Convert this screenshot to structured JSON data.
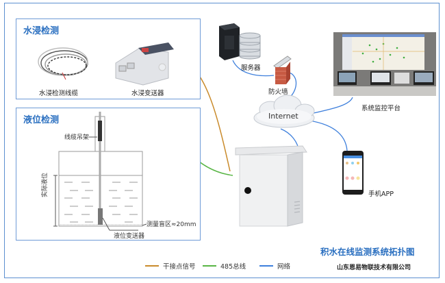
{
  "diagram": {
    "title": "积水在线监测系统拓扑图",
    "company": "山东恩易物联技术有限公司"
  },
  "panels": {
    "water_immersion": {
      "title": "水浸检测",
      "items": [
        {
          "label": "水浸检测线缆",
          "icon": "sensor-cable-icon"
        },
        {
          "label": "水浸变送器",
          "icon": "din-rail-transmitter-icon"
        }
      ]
    },
    "liquid_level": {
      "title": "液位检测",
      "labels": {
        "cable_hanger": "线缆吊架",
        "actual_level": "实际液位",
        "blind_zone": "测量盲区≈20mm",
        "transmitter": "液位变送器"
      }
    }
  },
  "nodes": {
    "server": {
      "label": "服务器",
      "icon": "server-icon"
    },
    "firewall": {
      "label": "防火墙",
      "icon": "firewall-icon"
    },
    "internet": {
      "label": "Internet",
      "icon": "cloud-icon"
    },
    "monitor_platform": {
      "label": "系统监控平台",
      "icon": "monitoring-center-icon"
    },
    "mobile_app": {
      "label": "手机APP",
      "icon": "smartphone-icon"
    },
    "cabinet": {
      "label": "",
      "icon": "control-cabinet-icon"
    }
  },
  "legend": [
    {
      "label": "干接点信号",
      "color": "#c98a2a"
    },
    {
      "label": "485总线",
      "color": "#58b544"
    },
    {
      "label": "网络",
      "color": "#3d7fdc"
    }
  ],
  "colors": {
    "accent": "#2a6fc0",
    "frame": "#5b8fd0",
    "dry_contact": "#c98a2a",
    "bus485": "#58b544",
    "network": "#3d7fdc"
  }
}
